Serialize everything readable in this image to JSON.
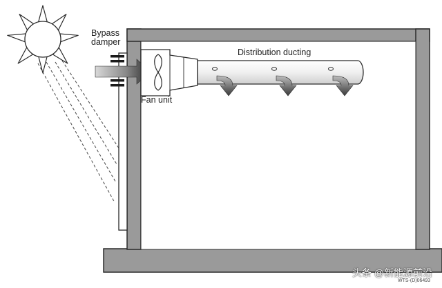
{
  "labels": {
    "bypass_damper": [
      "Bypass",
      "damper"
    ],
    "distribution_ducting": "Distribution ducting",
    "fan_unit": "Fan unit",
    "figure_code": "WTS-(D)06493"
  },
  "watermark": "头条 @新能源前沿",
  "icons": {
    "sun": "sun-icon",
    "fan": "fan-blade-icon",
    "inflow": "inflow-arrow-icon",
    "air_outlets": "downward-arrow-icon"
  },
  "colors": {
    "wall_fill": "#9a9a9a",
    "wall_stroke": "#2a2a2a",
    "duct_fill": "#ececec",
    "arrow_dark": "#3a3a3a",
    "sun_fill": "#ffffff"
  }
}
